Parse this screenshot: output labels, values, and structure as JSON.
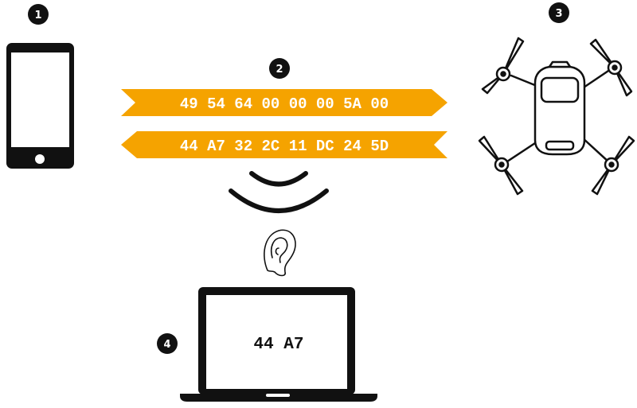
{
  "badges": [
    {
      "id": "phone",
      "label": "1"
    },
    {
      "id": "packets",
      "label": "2"
    },
    {
      "id": "drone",
      "label": "3"
    },
    {
      "id": "laptop",
      "label": "4"
    }
  ],
  "packets": {
    "outgoing": {
      "direction": "right",
      "bytes": "49 54 64 00 00 00 5A 00"
    },
    "incoming": {
      "direction": "left",
      "bytes": "44 A7 32 2C 11 DC 24 5D"
    }
  },
  "laptop_screen": {
    "text": "44 A7"
  },
  "icons": [
    "smartphone-icon",
    "drone-icon",
    "wireless-signal-icon",
    "ear-icon",
    "laptop-icon"
  ],
  "colors": {
    "packet": "#F5A300",
    "ink": "#111111",
    "background": "#FFFFFF"
  }
}
